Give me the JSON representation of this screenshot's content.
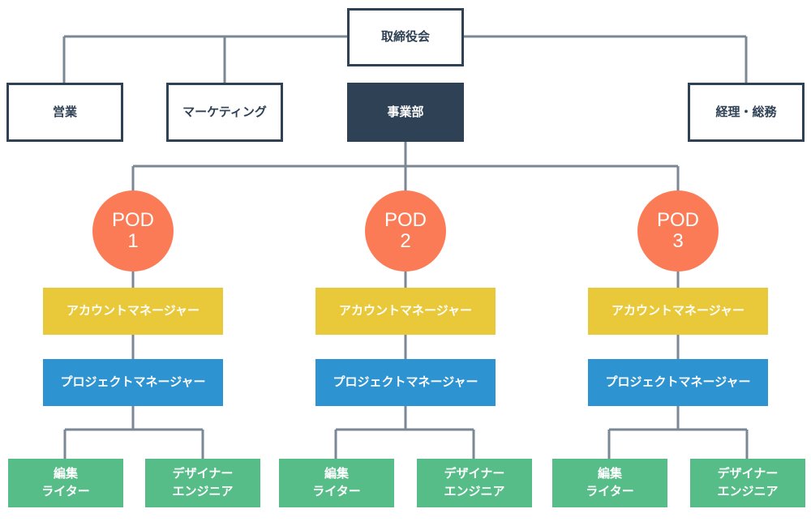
{
  "colors": {
    "line": "#7a8896",
    "navy": "#2f4154",
    "pod": "#fb7b57",
    "account": "#e9c93a",
    "project": "#2e93d1",
    "staff": "#57bd88"
  },
  "top": {
    "label": "取締役会"
  },
  "departments": {
    "sales": "営業",
    "marketing": "マーケティング",
    "business": "事業部",
    "accounting": "経理・総務"
  },
  "pods": [
    {
      "line1": "POD",
      "line2": "1",
      "account": "アカウントマネージャー",
      "project": "プロジェクトマネージャー",
      "editor": [
        "編集",
        "ライター"
      ],
      "designer": [
        "デザイナー",
        "エンジニア"
      ]
    },
    {
      "line1": "POD",
      "line2": "2",
      "account": "アカウントマネージャー",
      "project": "プロジェクトマネージャー",
      "editor": [
        "編集",
        "ライター"
      ],
      "designer": [
        "デザイナー",
        "エンジニア"
      ]
    },
    {
      "line1": "POD",
      "line2": "3",
      "account": "アカウントマネージャー",
      "project": "プロジェクトマネージャー",
      "editor": [
        "編集",
        "ライター"
      ],
      "designer": [
        "デザイナー",
        "エンジニア"
      ]
    }
  ]
}
